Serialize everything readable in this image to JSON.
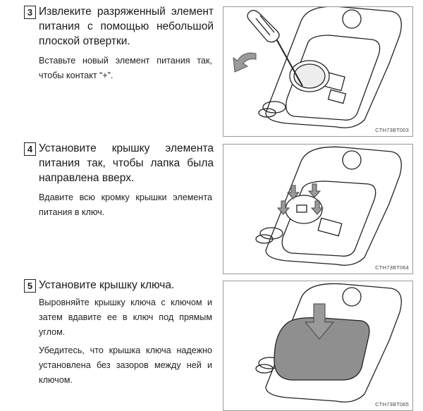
{
  "steps": [
    {
      "number": "3",
      "title": "Извлеките разряженный элемент питания с помощью небольшой плоской отвертки.",
      "paragraphs": [
        "Вставьте новый элемент питания так, чтобы контакт “+”."
      ],
      "figure_code": "CTH73BT003",
      "figure_icons": [
        "screwdriver-icon",
        "curved-arrow-icon",
        "battery-icon",
        "key-fob-icon"
      ]
    },
    {
      "number": "4",
      "title": "Установите крышку элемента питания так, чтобы лапка была направлена вверх.",
      "paragraphs": [
        "Вдавите всю кромку крышки элемента питания в ключ."
      ],
      "figure_code": "CTH73BT064",
      "figure_icons": [
        "press-arrows-icon",
        "battery-cover-icon",
        "key-fob-icon"
      ]
    },
    {
      "number": "5",
      "title": "Установите крышку ключа.",
      "paragraphs": [
        "Выровняйте крышку ключа с ключом и затем вдавите ее в ключ под прямым углом.",
        "Убедитесь, что крышка ключа надежно установлена без зазоров между ней и ключом."
      ],
      "figure_code": "CTH73BT065",
      "figure_icons": [
        "down-arrow-icon",
        "key-cover-icon",
        "key-fob-icon"
      ]
    }
  ],
  "colors": {
    "arrow_fill": "#9a9a9a",
    "cover_fill": "#8f8f8f",
    "outline": "#222222",
    "figure_border": "#9a9a9a"
  }
}
